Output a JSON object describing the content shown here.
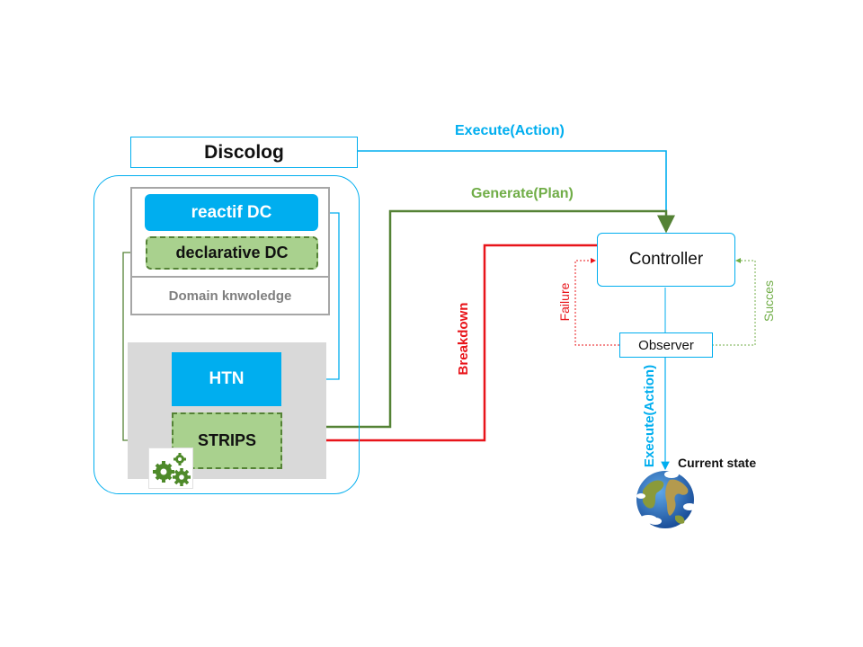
{
  "colors": {
    "blue": "#00aeef",
    "green_dark": "#548235",
    "green_light": "#a9d18e",
    "green_text": "#70ad47",
    "red": "#e8141a",
    "gray": "#d9d9d9",
    "gray_text": "#7f7f7f"
  },
  "system": {
    "title": "Discolog",
    "reactive_dc": "reactif DC",
    "declarative_dc": "declarative DC",
    "domain_knowledge": "Domain knwoledge",
    "htn": "HTN",
    "strips": "STRIPS"
  },
  "controller": {
    "label": "Controller",
    "observer": "Observer"
  },
  "edges": {
    "execute_top": "Execute(Action)",
    "generate_plan": "Generate(Plan)",
    "breakdown": "Breakdown",
    "failure": "Failure",
    "success": "Succes",
    "execute_down": "Execute(Action)"
  },
  "world": {
    "label": "Current state"
  },
  "icons": {
    "gears": "gears-icon",
    "globe": "globe-icon"
  }
}
